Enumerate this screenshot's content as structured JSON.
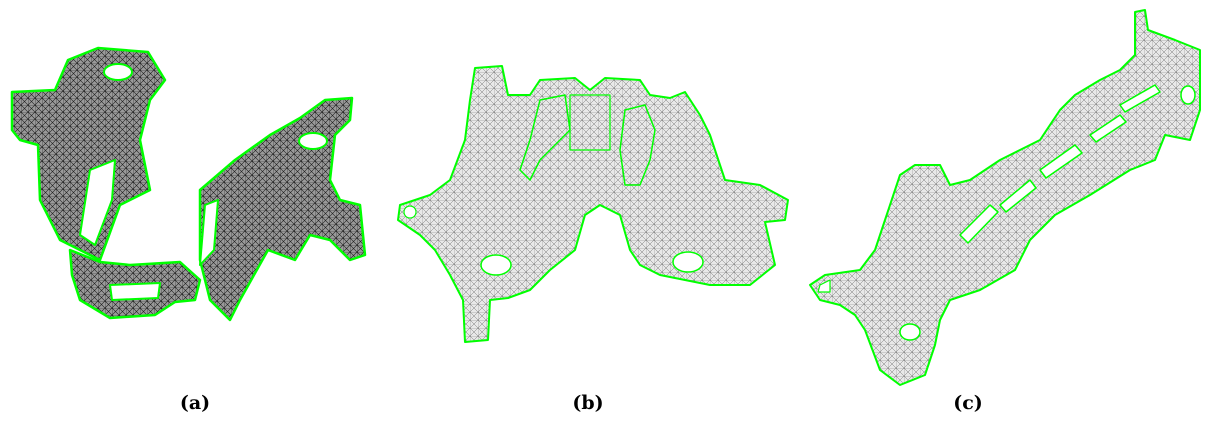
{
  "panels": [
    {
      "label": "(a)",
      "outline_color": "#00ff00",
      "mesh_color": "#222222"
    },
    {
      "label": "(b)",
      "outline_color": "#00ff00",
      "mesh_color": "#333333"
    },
    {
      "label": "(c)",
      "outline_color": "#00ff00",
      "mesh_color": "#333333"
    }
  ]
}
